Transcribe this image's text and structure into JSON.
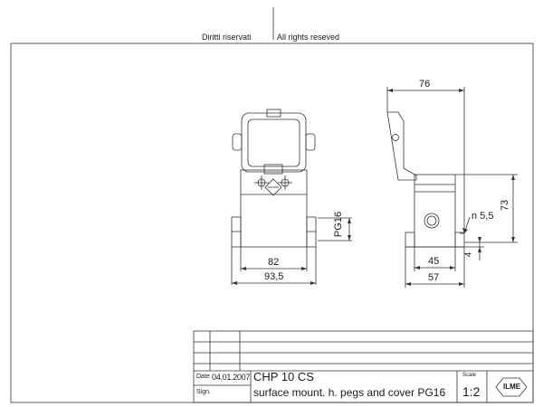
{
  "header": {
    "rights_it": "Diritti riservati",
    "rights_en": "All rights reseved"
  },
  "dimensions": {
    "top_width": "76",
    "height": "73",
    "hole": "n 5,5",
    "base": "4",
    "inner_width": "82",
    "outer_width": "93,5",
    "side_inner": "45",
    "side_outer": "57",
    "cable_gland": "PG16"
  },
  "title_block": {
    "date_label": "Date",
    "date_value": "04.01.2007",
    "sign_label": "Sign.",
    "product_code": "CHP 10 CS",
    "description": "surface mount. h. pegs and cover PG16",
    "scale_label": "Scale",
    "scale_value": "1:2",
    "logo_text": "ILME"
  }
}
